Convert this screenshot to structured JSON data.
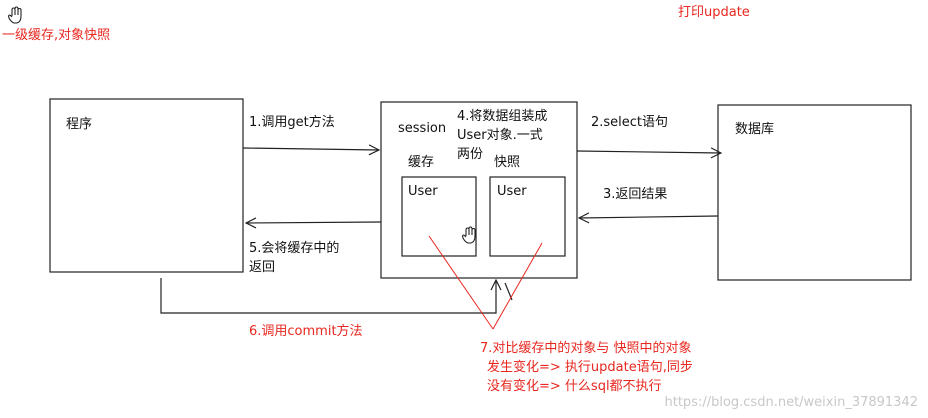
{
  "header": {
    "cache_title": "一级缓存,对象快照",
    "print_update": "打印update"
  },
  "boxes": {
    "program": "程序",
    "session": "session",
    "session_note": [
      "4.将数据组装成",
      "User对象.一式",
      "两份"
    ],
    "cache_label": "缓存",
    "snapshot_label": "快照",
    "cache_object": "User",
    "snapshot_object": "User",
    "database": "数据库"
  },
  "arrows": {
    "call_get": "1.调用get方法",
    "select_sql": "2.select语句",
    "return_result": "3.返回结果",
    "return_cache": [
      "5.会将缓存中的",
      "返回"
    ],
    "call_commit": "6.调用commit方法"
  },
  "compare_note": [
    "7.对比缓存中的对象与 快照中的对象",
    "发生变化=> 执行update语句,同步",
    "没有变化=> 什么sql都不执行"
  ],
  "watermark": "https://blog.csdn.net/weixin_37891342",
  "colors": {
    "annotation": "#e8271f",
    "ink": "#111111",
    "watermark": "#c8c8c8"
  },
  "icons": [
    "hand-cursor-icon"
  ]
}
